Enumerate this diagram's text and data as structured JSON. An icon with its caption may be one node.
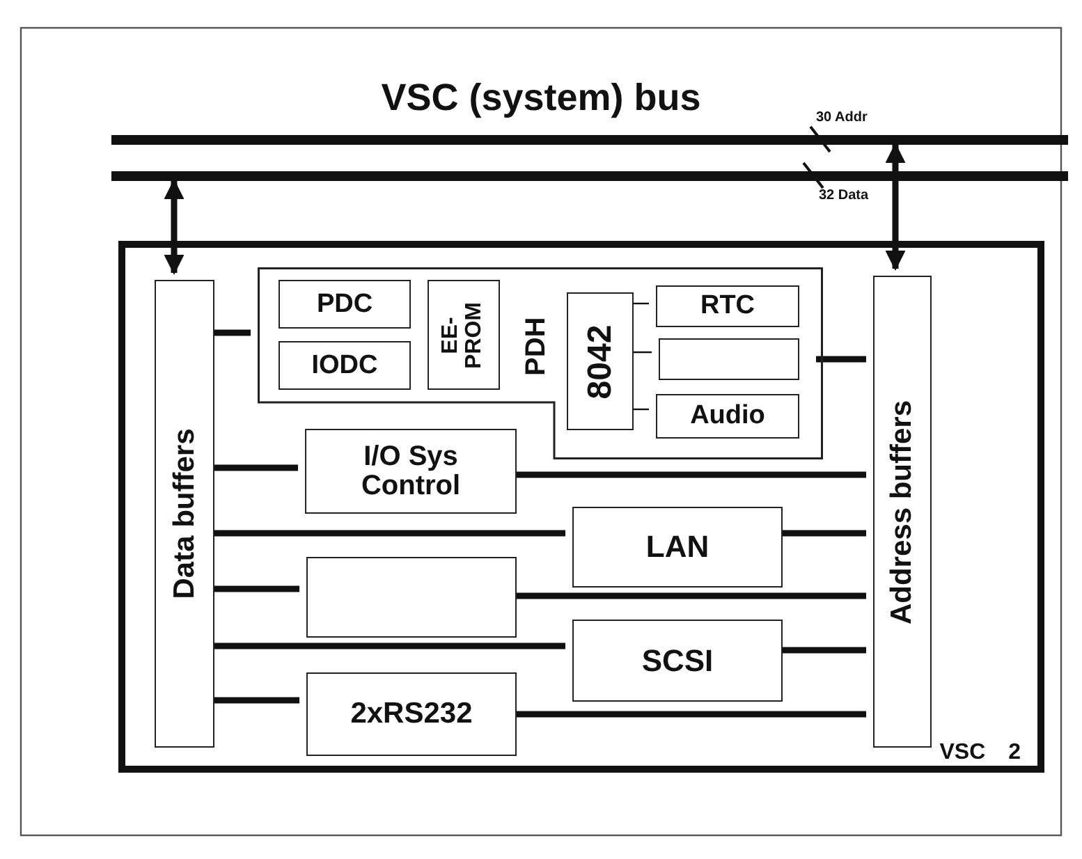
{
  "diagram": {
    "title": "VSC (system) bus",
    "nodes": [
      {
        "text": [],
        "shape": "bar",
        "beside": [
          "30 Addr"
        ]
      },
      {
        "text": [],
        "shape": "bar",
        "beside": [
          "32 Data"
        ]
      },
      {
        "text": [
          "VSC 2"
        ]
      },
      {
        "text": [
          "Data buffers"
        ],
        "in": 2
      },
      {
        "text": [
          "PDH"
        ],
        "in": 2
      },
      {
        "text": [
          "PDC"
        ],
        "in": 4
      },
      {
        "text": [
          "IODC"
        ],
        "in": 4
      },
      {
        "text": [
          "EE- PROM"
        ],
        "in": 4
      },
      {
        "text": [
          "8042"
        ],
        "in": 4
      },
      {
        "text": [
          "RTC"
        ],
        "in": 4
      },
      {
        "text": [],
        "shape": "box",
        "in": 4
      },
      {
        "text": [
          "Audio"
        ],
        "in": 4
      },
      {
        "text": [
          "I/O Sys Control"
        ],
        "in": 2
      },
      {
        "text": [
          "LAN"
        ],
        "in": 2
      },
      {
        "text": [],
        "shape": "box",
        "in": 2
      },
      {
        "text": [
          "SCSI"
        ],
        "in": 2
      },
      {
        "text": [
          "2xRS232"
        ],
        "in": 2
      },
      {
        "text": [
          "Address buffers"
        ],
        "in": 2
      }
    ],
    "edges": [
      {
        "from": 3,
        "to": 1,
        "arrow": "both"
      },
      {
        "from": 17,
        "to": 0,
        "arrow": "both"
      },
      {
        "from": 3,
        "to": 4,
        "arrow": "none"
      },
      {
        "from": 4,
        "to": 17,
        "arrow": "none"
      },
      {
        "from": 8,
        "to": 9,
        "arrow": "none"
      },
      {
        "from": 8,
        "to": 10,
        "arrow": "none"
      },
      {
        "from": 8,
        "to": 11,
        "arrow": "none"
      },
      {
        "from": 3,
        "to": 12,
        "arrow": "none"
      },
      {
        "from": 12,
        "to": 17,
        "arrow": "none"
      },
      {
        "from": 3,
        "to": 13,
        "arrow": "none"
      },
      {
        "from": 13,
        "to": 17,
        "arrow": "none"
      },
      {
        "from": 3,
        "to": 14,
        "arrow": "none"
      },
      {
        "from": 14,
        "to": 17,
        "arrow": "none"
      },
      {
        "from": 3,
        "to": 15,
        "arrow": "none"
      },
      {
        "from": 15,
        "to": 17,
        "arrow": "none"
      },
      {
        "from": 3,
        "to": 16,
        "arrow": "none"
      },
      {
        "from": 16,
        "to": 17,
        "arrow": "none"
      }
    ]
  }
}
